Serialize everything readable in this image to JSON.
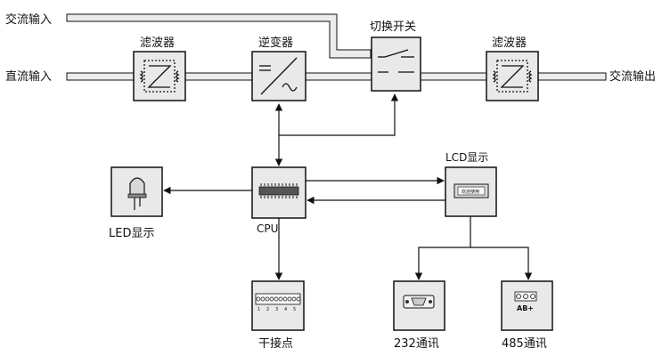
{
  "labels": {
    "ac_input": "交流输入",
    "dc_input": "直流输入",
    "ac_output": "交流输出",
    "filter_left": "滤波器",
    "inverter": "逆变器",
    "transfer_switch": "切换开关",
    "filter_right": "滤波器",
    "lcd_display": "LCD显示",
    "led_display": "LED显示",
    "cpu": "CPU",
    "dry_contact": "干接点",
    "rs232": "232通讯",
    "rs485": "485通讯"
  },
  "lcd_screen_text": "欢迎使用",
  "terminal_numbers": [
    "1",
    "2",
    "3",
    "4",
    "5"
  ],
  "rs485_terminal_text": "AB+"
}
